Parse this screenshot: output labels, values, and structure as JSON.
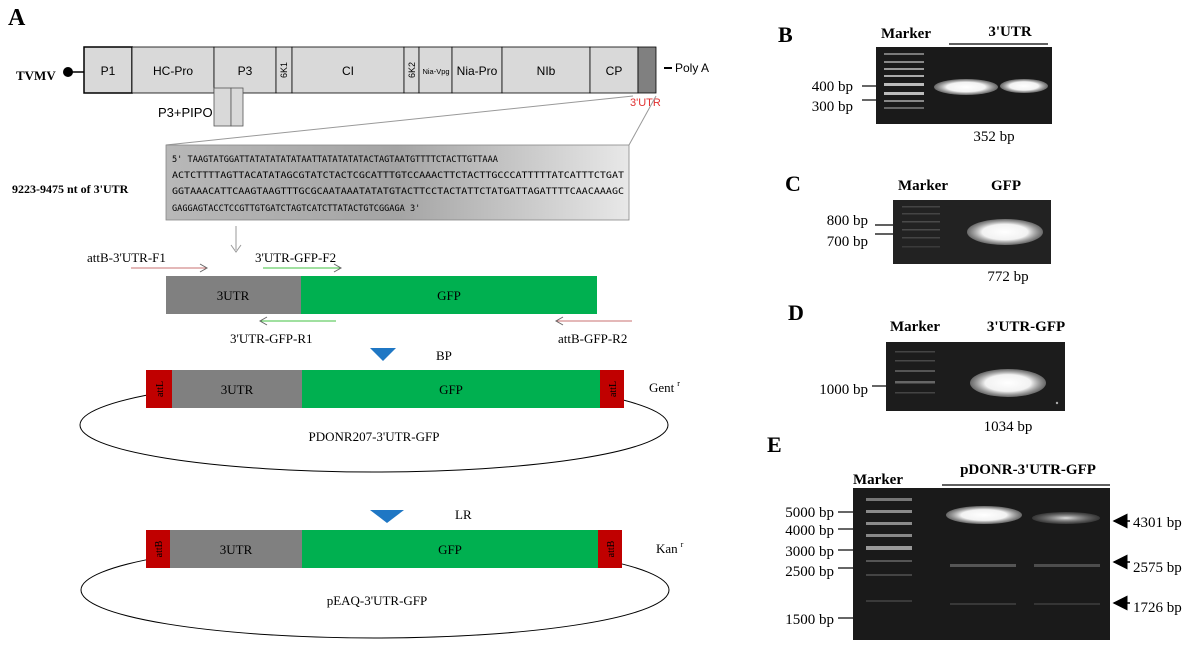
{
  "panels": {
    "A": "A",
    "B": "B",
    "C": "C",
    "D": "D",
    "E": "E"
  },
  "genome": {
    "virus": "TVMV",
    "segments": [
      "P1",
      "HC-Pro",
      "P3",
      "6K1",
      "CI",
      "6K2",
      "Nia-Vpg",
      "Nia-Pro",
      "NIb",
      "CP"
    ],
    "polyA": "Poly A",
    "pipo": "P3+PIPO",
    "utr_label": "3'UTR"
  },
  "sequence": {
    "side_label": "9223-9475 nt of  3'UTR",
    "lines": [
      "5'   TAAGTATGGATTATATATATATAATTATATATATACTAGTAATGTTTTCTACTTGTTAAA",
      "ACTCTTTTAGTTACATATAGCGTATCTACTCGCATTTGTCCAAACTTCTACTTGCCCATTTTTATCATTTCTGAT",
      "GGTAAACATTCAAGTAAGTTTGCGCAATAAATATATGTACTTCCTACTATTCTATGATTAGATTTTCAACAAAGC",
      "GAGGAGTACCTCCGTTGTGATCTAGTCATCTTATACTGTCGGAGA  3'"
    ]
  },
  "constructs": {
    "primer_f1": "attB-3'UTR-F1",
    "primer_f2": "3'UTR-GFP-F2",
    "primer_r1": "3'UTR-GFP-R1",
    "primer_r2": "attB-GFP-R2",
    "utr": "3UTR",
    "gfp": "GFP",
    "bp": "BP",
    "lr": "LR",
    "attL": "attL",
    "attB": "attB",
    "plasmid1": "PDONR207-3'UTR-GFP",
    "plasmid2": "pEAQ-3'UTR-GFP",
    "gent": "Gent",
    "kan": "Kan",
    "resist_sup": "r"
  },
  "gels": {
    "B": {
      "marker": "Marker",
      "sample": "3'UTR",
      "ladder": [
        "400 bp",
        "300 bp"
      ],
      "size": "352 bp"
    },
    "C": {
      "marker": "Marker",
      "sample": "GFP",
      "ladder": [
        "800 bp",
        "700 bp"
      ],
      "size": "772 bp"
    },
    "D": {
      "marker": "Marker",
      "sample": "3'UTR-GFP",
      "ladder": [
        "1000 bp"
      ],
      "size": "1034 bp"
    },
    "E": {
      "marker": "Marker",
      "sample": "pDONR-3'UTR-GFP",
      "ladder": [
        "5000 bp",
        "4000 bp",
        "3000 bp",
        "2500 bp",
        "1500 bp"
      ],
      "sizes": [
        "4301 bp",
        "2575 bp",
        "1726 bp"
      ]
    }
  },
  "colors": {
    "segment_fill": "#d9d9d9",
    "utr_fill": "#808080",
    "gfp_fill": "#00b050",
    "att_fill": "#c00000",
    "arrow_blue": "#1f77c4",
    "utr_red": "#e03030",
    "gel_bg": "#1a1a1a"
  }
}
